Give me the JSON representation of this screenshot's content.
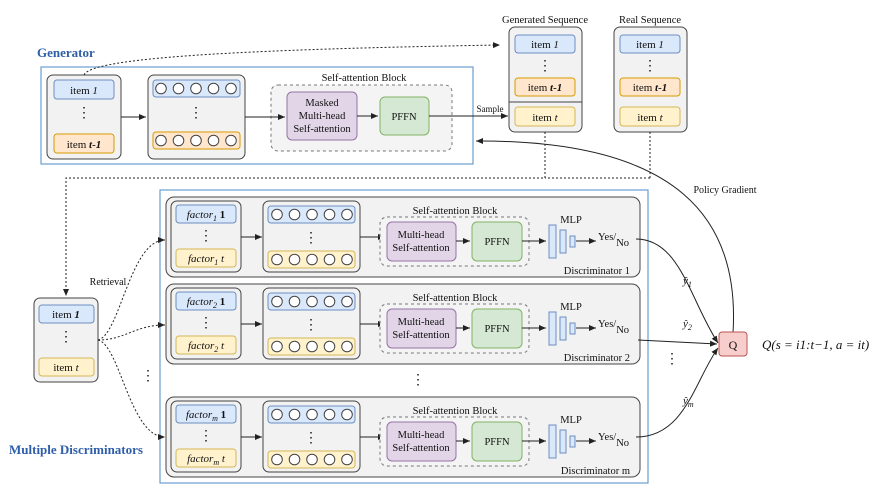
{
  "generator": {
    "title": "Generator",
    "items": {
      "first": "item ",
      "first_idx": "1",
      "last": "item ",
      "last_idx": "t-1"
    },
    "block_title": "Self-attention Block",
    "masked": [
      "Masked",
      "Multi-head",
      "Self-attention"
    ],
    "pffn": "PFFN",
    "sample_label": "Sample"
  },
  "generated_sequence": {
    "title": "Generated Sequence",
    "item1": "item ",
    "item1_idx": "1",
    "item_t1": "item ",
    "item_t1_idx": "t-1",
    "item_t": "item ",
    "item_t_idx": "t"
  },
  "real_sequence": {
    "title": "Real Sequence",
    "item1": "item ",
    "item1_idx": "1",
    "item_t1": "item ",
    "item_t1_idx": "t-1",
    "item_t": "item ",
    "item_t_idx": "t"
  },
  "policy_gradient": "Policy Gradient",
  "retrieval_label": "Retrieval",
  "input_seq": {
    "first": "item ",
    "first_idx": "1",
    "last": "item ",
    "last_idx": "t"
  },
  "discriminators": [
    {
      "factor": "factor",
      "sub": "1",
      "first": "1",
      "last": "t",
      "block_title": "Self-attention Block",
      "mha": [
        "Multi-head",
        "Self-attention"
      ],
      "pffn": "PFFN",
      "mlp": "MLP",
      "yes": "Yes",
      "no": "No",
      "name": "Discriminator 1",
      "y": "ŷ",
      "y_sub": "1"
    },
    {
      "factor": "factor",
      "sub": "2",
      "first": "1",
      "last": "t",
      "block_title": "Self-attention Block",
      "mha": [
        "Multi-head",
        "Self-attention"
      ],
      "pffn": "PFFN",
      "mlp": "MLP",
      "yes": "Yes",
      "no": "No",
      "name": "Discriminator 2",
      "y": "ŷ",
      "y_sub": "2"
    },
    {
      "factor": "factor",
      "sub": "m",
      "first": "1",
      "last": "t",
      "block_title": "Self-attention Block",
      "mha": [
        "Multi-head",
        "Self-attention"
      ],
      "pffn": "PFFN",
      "mlp": "MLP",
      "yes": "Yes",
      "no": "No",
      "name": "Discriminator m",
      "y": "ŷ",
      "y_sub": "m"
    }
  ],
  "multiple_title": "Multiple Discriminators",
  "q_label": "Q",
  "q_formula": "Q(s = i1:t−1, a = it)",
  "colors": {
    "blue_fill": "#dae8fc",
    "blue_stroke": "#6c8ebf",
    "orange_fill": "#fff2cc",
    "orange_stroke": "#d6b656",
    "peach_fill": "#ffe6cc",
    "peach_stroke": "#d79b00",
    "purple_fill": "#e1d5e7",
    "purple_stroke": "#9673a6",
    "green_fill": "#d5e8d4",
    "green_stroke": "#82b366",
    "q_fill": "#f8cecc",
    "q_stroke": "#b85450",
    "frame_blue": "#6c9ed0",
    "title_blue": "#2f5ea8"
  }
}
